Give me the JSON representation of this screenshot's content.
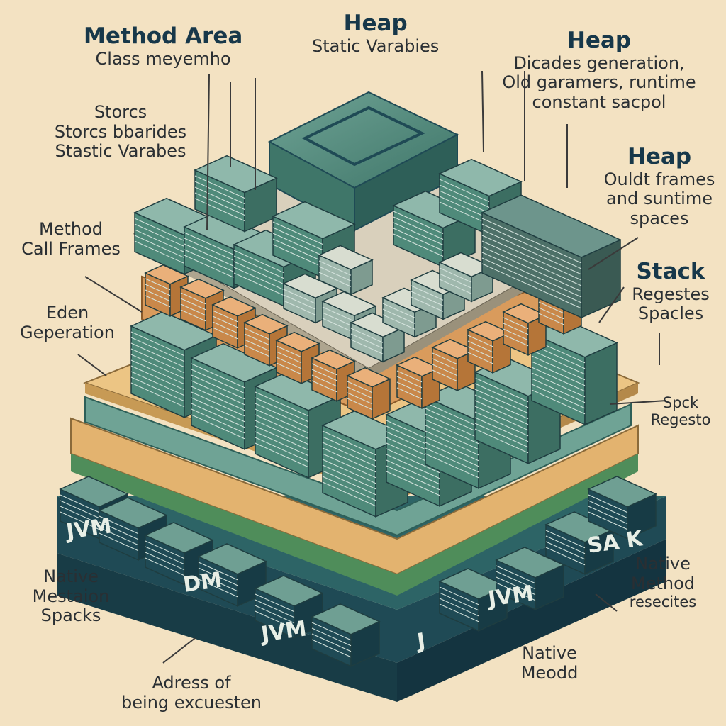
{
  "labels": {
    "method_area": {
      "heading": "Method Area",
      "lines": [
        "Class meyemho"
      ]
    },
    "heap_top": {
      "heading": "Heap",
      "lines": [
        "Static Varabies"
      ]
    },
    "heap_right": {
      "heading": "Heap",
      "lines": [
        "Dicades generation,",
        "Old garamers, runtime",
        "constant sacpol"
      ]
    },
    "stores": {
      "heading": "",
      "lines": [
        "Storcs",
        "Storcs bbarides",
        "Stastic Varabes"
      ]
    },
    "heap_mid": {
      "heading": "Heap",
      "lines": [
        "Ouldt frames",
        "and suntime",
        "spaces"
      ]
    },
    "method_call": {
      "heading": "",
      "lines": [
        "Method",
        "Call Frames"
      ]
    },
    "stack": {
      "heading": "Stack",
      "lines": [
        "Regestes",
        "Spacles"
      ]
    },
    "eden": {
      "heading": "",
      "lines": [
        "Eden",
        "Geperation"
      ]
    },
    "spck": {
      "heading": "",
      "lines": [
        "Spck",
        "Regesto"
      ]
    },
    "native_left": {
      "heading": "",
      "lines": [
        "Native",
        "Mestaion",
        "Spacks"
      ]
    },
    "native_right": {
      "heading": "",
      "lines": [
        "Native",
        "Method",
        "resecites"
      ]
    },
    "native_bottom": {
      "heading": "",
      "lines": [
        "Native",
        "Meodd"
      ]
    },
    "address": {
      "heading": "",
      "lines": [
        "Adress of",
        "being excuesten"
      ]
    }
  },
  "block_marks": [
    "JVM",
    "DM",
    "JVM",
    "JVM",
    "J",
    "SA K"
  ],
  "colors": {
    "background": "#f3e2c2",
    "teal": "#4f8a7a",
    "teal_dark": "#2e5f58",
    "navy": "#1f4a55",
    "orange": "#d99b5c",
    "wood": "#e3b36f",
    "green": "#4f8d5a",
    "heading": "#17384a"
  }
}
